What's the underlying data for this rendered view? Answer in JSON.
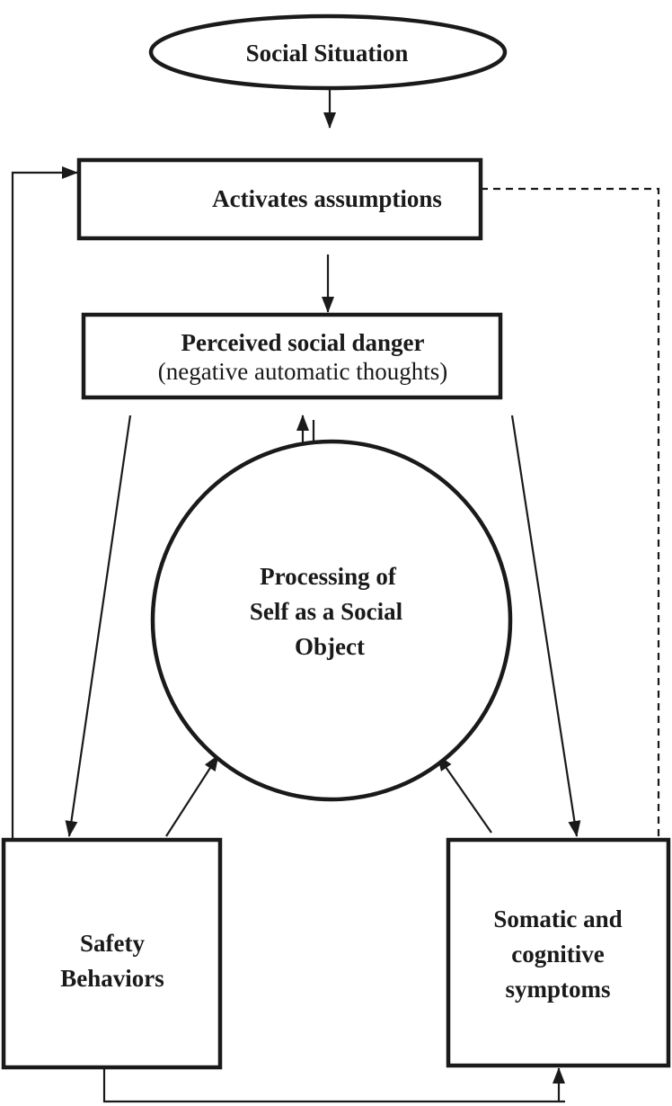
{
  "nodes": {
    "social_situation": "Social Situation",
    "activates_assumptions": "Activates assumptions",
    "perceived_danger_title": "Perceived social danger",
    "perceived_danger_subtitle": "(negative automatic thoughts)",
    "processing_line1": "Processing of",
    "processing_line2": "Self as a Social",
    "processing_line3": "Object",
    "safety_line1": "Safety",
    "safety_line2": "Behaviors",
    "somatic_line1": "Somatic and",
    "somatic_line2": "cognitive",
    "somatic_line3": "symptoms"
  }
}
